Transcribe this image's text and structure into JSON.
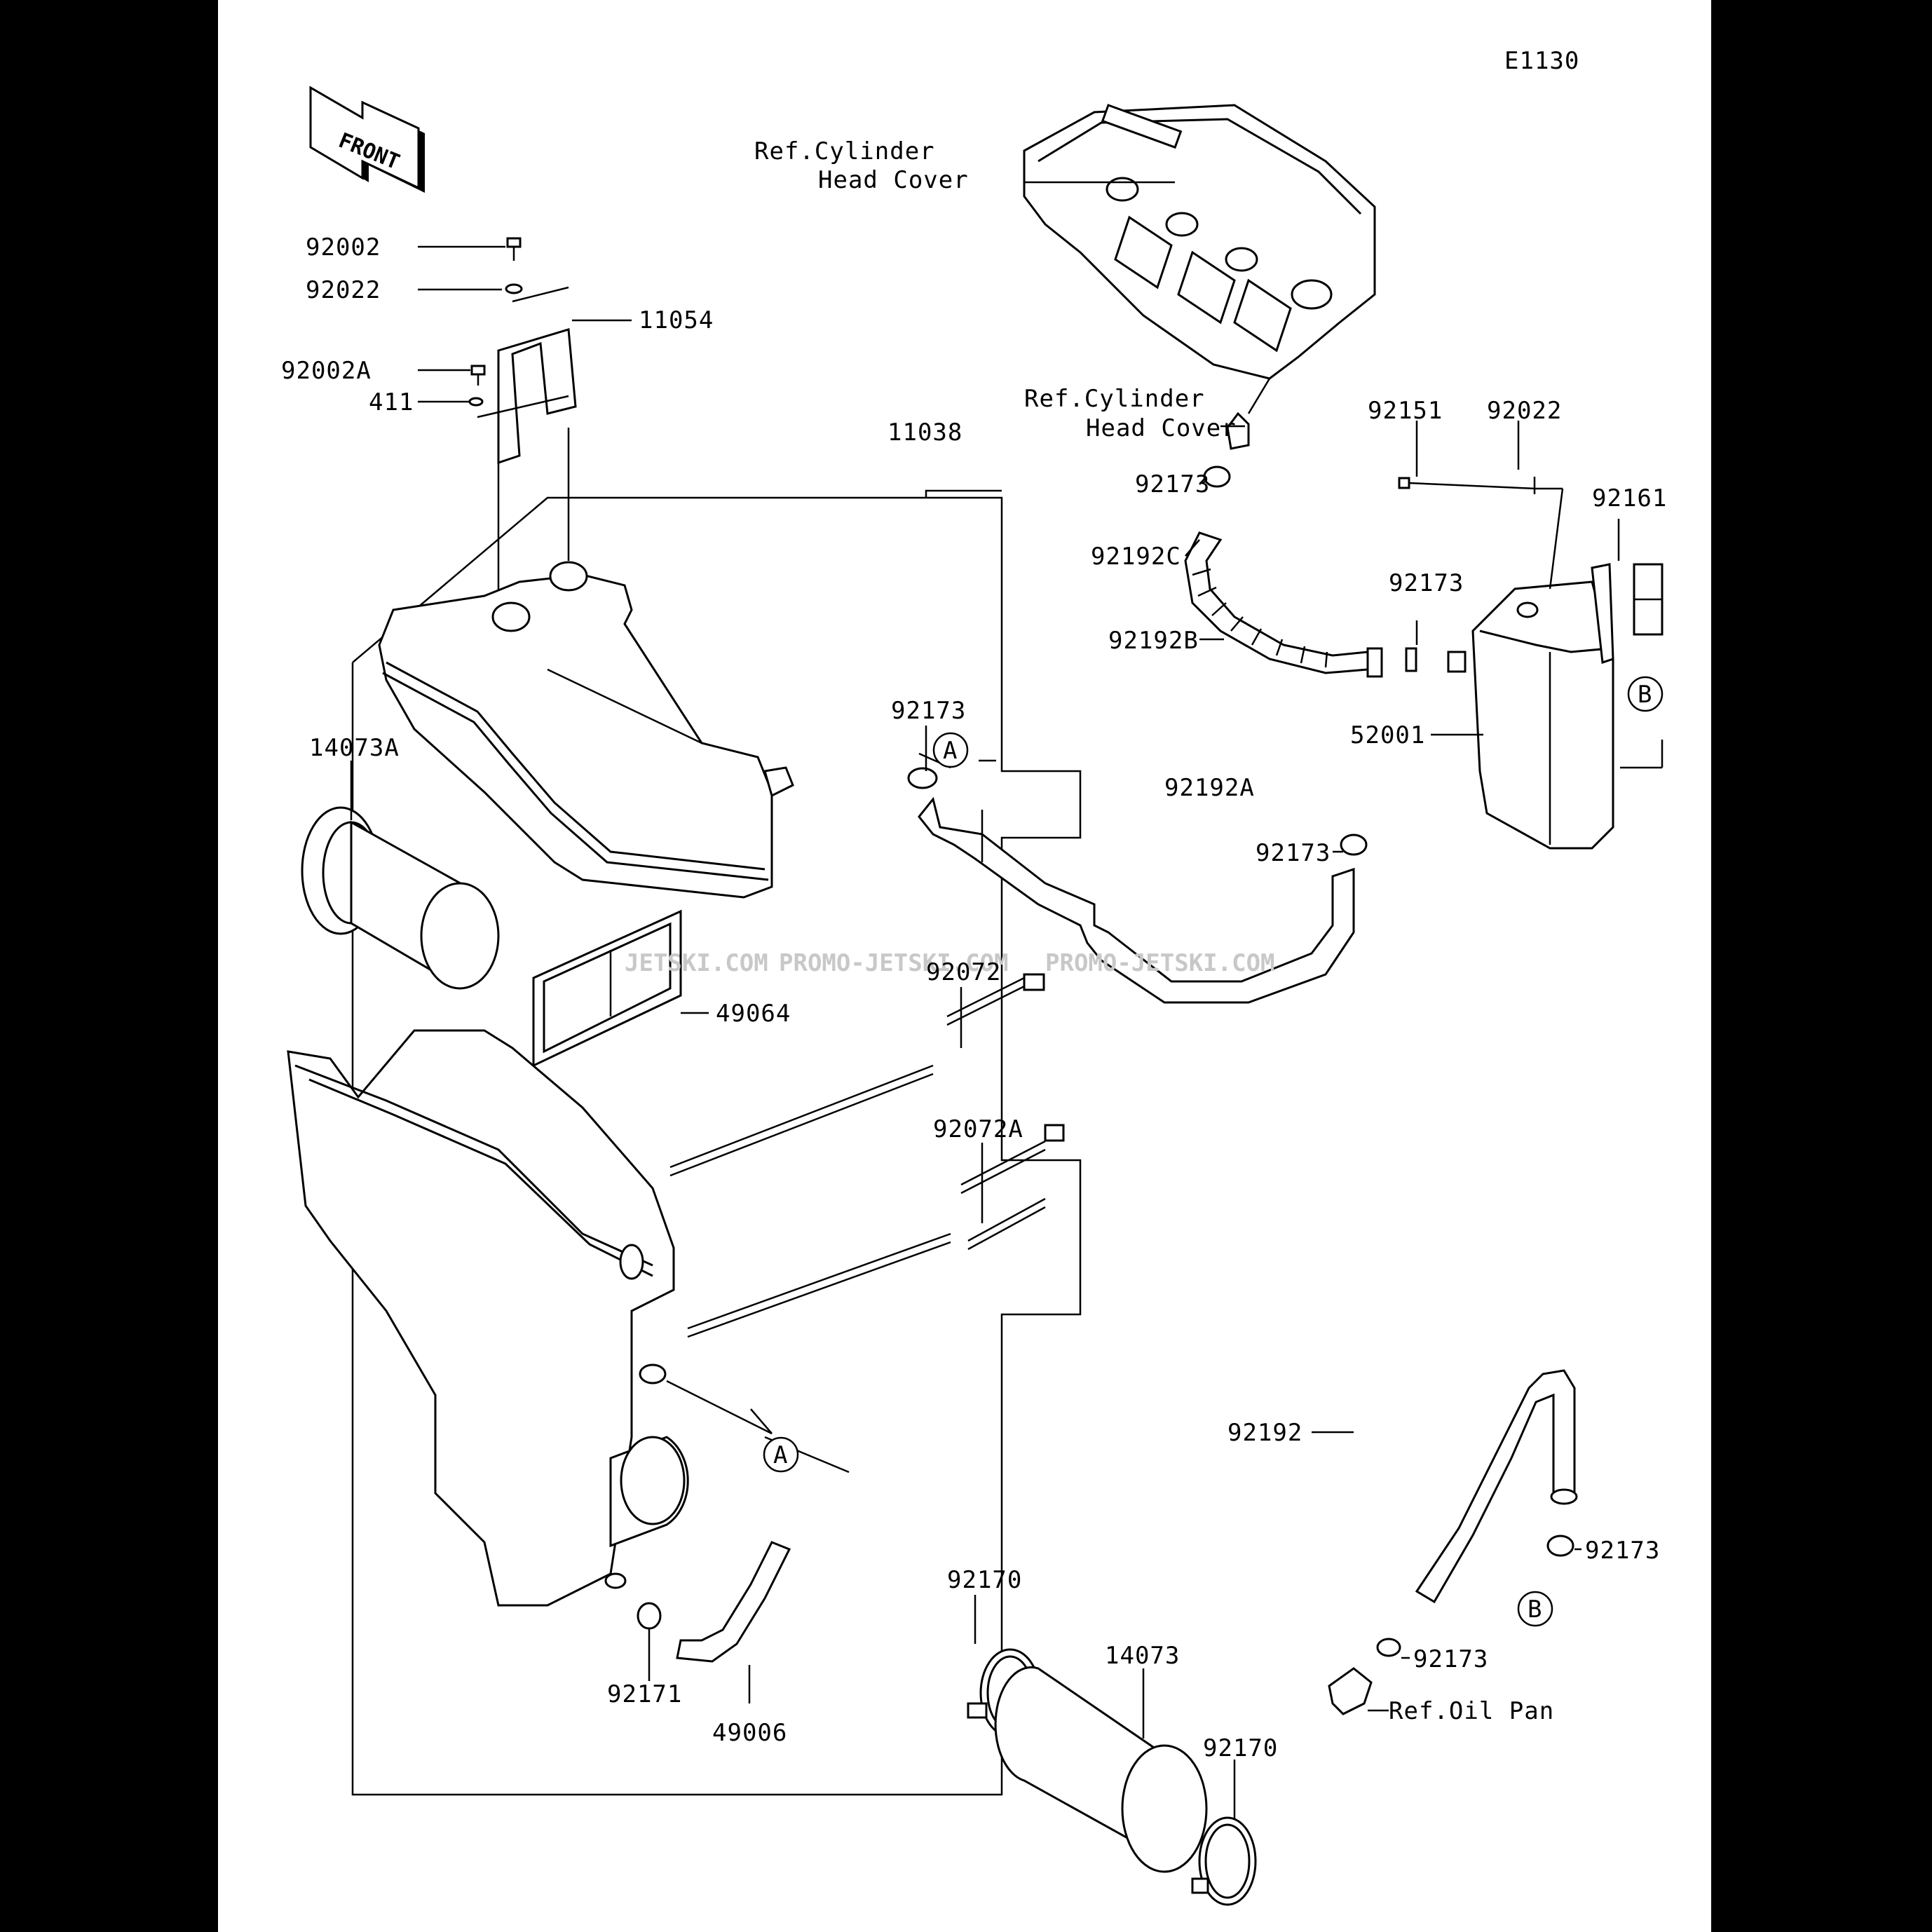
{
  "diagram_code": "E1130",
  "front_label": "FRONT",
  "watermark": {
    "left": "JETSKI.COM",
    "middle": "PROMO-JETSKI.COM",
    "right": "PROMO-JETSKI.COM"
  },
  "refs": {
    "cyl_head_1_line1": "Ref.Cylinder",
    "cyl_head_1_line2": "Head Cover",
    "cyl_head_2_line1": "Ref.Cylinder",
    "cyl_head_2_line2": "Head Cover",
    "oil_pan": "Ref.Oil Pan"
  },
  "markers": {
    "a_upper": "A",
    "a_lower": "A",
    "b_upper": "B",
    "b_lower": "B"
  },
  "parts": {
    "p92002": "92002",
    "p92022_left": "92022",
    "p11054": "11054",
    "p92002a": "92002A",
    "p411": "411",
    "p11038": "11038",
    "p14073a": "14073A",
    "p49064": "49064",
    "p92072": "92072",
    "p92072a": "92072A",
    "p92171": "92171",
    "p49006": "49006",
    "p92170_upper": "92170",
    "p14073": "14073",
    "p92170_lower": "92170",
    "p92173_top": "92173",
    "p92192c": "92192C",
    "p92192b": "92192B",
    "p92151": "92151",
    "p92022_right": "92022",
    "p92161": "92161",
    "p92173_mid": "92173",
    "p52001": "52001",
    "p92173_a": "92173",
    "p92192a": "92192A",
    "p92173_lowtank": "92173",
    "p92192": "92192",
    "p92173_b": "92173",
    "p92173_oil": "92173"
  }
}
